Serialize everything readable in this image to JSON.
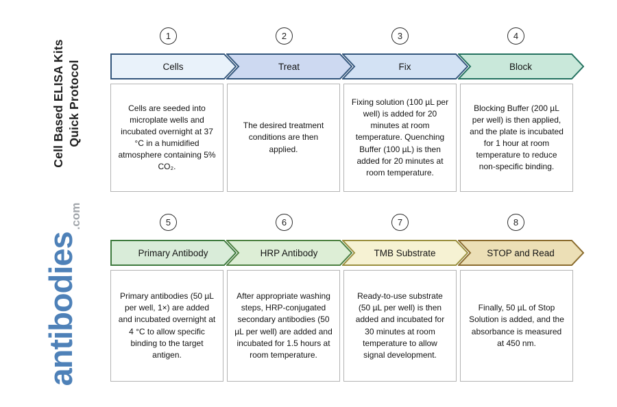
{
  "branding": {
    "title_line1": "Cell Based ELISA Kits",
    "title_line2": "Quick Protocol",
    "logo_main": "antibodies",
    "logo_suffix": ".com"
  },
  "colors": {
    "logo_blue": "#4e81b8",
    "logo_suffix_gray": "#a2a6ab",
    "row1_arrow_border": "#33567c",
    "block_arrow_border": "#23715f",
    "green_arrow_border": "#3e7a3e",
    "tmb_arrow_border": "#9a8f3e",
    "stop_arrow_border": "#8a6b2d",
    "description_box_border": "#b3b3b3"
  },
  "steps": [
    {
      "number": "1",
      "label": "Cells",
      "description": "Cells are seeded into microplate wells and incubated overnight at 37 °C in a humidified atmosphere containing 5% CO₂.",
      "fill": "#e9f2fa",
      "border": "#33567c"
    },
    {
      "number": "2",
      "label": "Treat",
      "description": "The desired treatment conditions are then applied.",
      "fill": "#cdd9f1",
      "border": "#33567c"
    },
    {
      "number": "3",
      "label": "Fix",
      "description": "Fixing solution (100 µL per well) is added for 20 minutes at room temperature. Quenching Buffer (100 µL) is then added for 20 minutes at room temperature.",
      "fill": "#d3e2f4",
      "border": "#33567c"
    },
    {
      "number": "4",
      "label": "Block",
      "description": "Blocking Buffer (200 µL per well) is then applied, and the plate is incubated for 1 hour at room temperature to reduce non-specific binding.",
      "fill": "#c9e8da",
      "border": "#23715f"
    },
    {
      "number": "5",
      "label": "Primary Antibody",
      "description": "Primary antibodies (50 µL per well, 1×) are added and incubated overnight at 4 °C to allow specific binding to the target antigen.",
      "fill": "#d9ecd9",
      "border": "#3e7a3e"
    },
    {
      "number": "6",
      "label": "HRP Antibody",
      "description": "After appropriate washing steps, HRP-conjugated secondary antibodies (50 µL per well) are added and incubated for 1.5 hours at room temperature.",
      "fill": "#ddeed6",
      "border": "#4c8040"
    },
    {
      "number": "7",
      "label": "TMB Substrate",
      "description": "Ready-to-use substrate (50 µL per well) is then added and incubated for 30 minutes at room temperature to allow signal development.",
      "fill": "#f6f2d3",
      "border": "#9a8f3e"
    },
    {
      "number": "8",
      "label": "STOP and Read",
      "description": "Finally, 50 µL of Stop Solution is added, and the absorbance is measured at 450 nm.",
      "fill": "#ecdfb6",
      "border": "#8a6b2d"
    }
  ]
}
